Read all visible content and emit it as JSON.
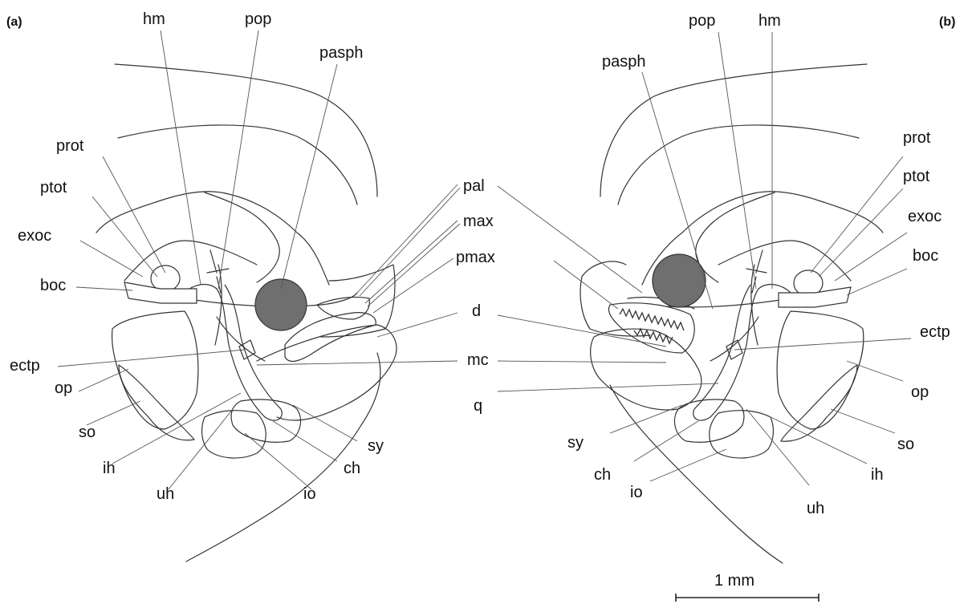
{
  "panels": {
    "a": "(a)",
    "b": "(b)"
  },
  "labels": {
    "hm": "hm",
    "pop": "pop",
    "pasph": "pasph",
    "prot": "prot",
    "ptot": "ptot",
    "exoc": "exoc",
    "boc": "boc",
    "ectp": "ectp",
    "op": "op",
    "so": "so",
    "ih": "ih",
    "uh": "uh",
    "io": "io",
    "ch": "ch",
    "sy": "sy",
    "pal": "pal",
    "max": "max",
    "pmax": "pmax",
    "d": "d",
    "mc": "mc",
    "q": "q"
  },
  "scale_bar": {
    "label": "1 mm"
  },
  "colors": {
    "eye_fill": "#6f6f6f",
    "line": "#333333",
    "background": "#ffffff"
  }
}
